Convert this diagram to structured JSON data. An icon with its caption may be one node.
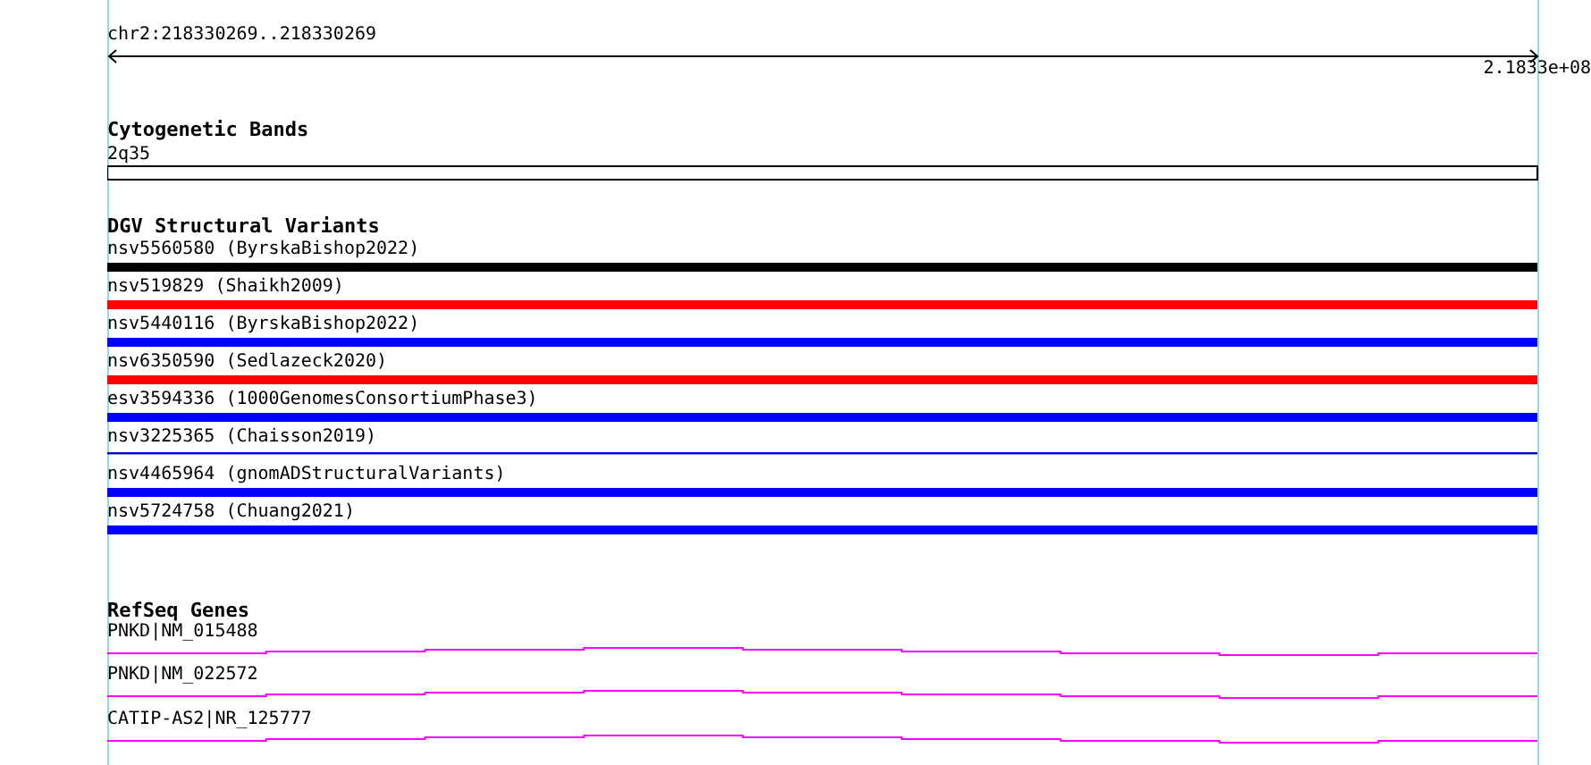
{
  "diagram": {
    "nodes": [
      {
        "text": [
          "Cytogenetic Bands"
        ]
      },
      {
        "text": [
          "2q35"
        ],
        "in": 0
      },
      {
        "text": [
          "DGV Structural Variants"
        ]
      },
      {
        "text": [
          "nsv5560580 (ByrskaBishop2022)"
        ],
        "in": 2
      },
      {
        "text": [
          "nsv519829 (Shaikh2009)"
        ],
        "in": 2
      },
      {
        "text": [
          "nsv5440116 (ByrskaBishop2022)"
        ],
        "in": 2
      },
      {
        "text": [
          "nsv6350590 (Sedlazeck2020)"
        ],
        "in": 2
      },
      {
        "text": [
          "esv3594336 (1000GenomesConsortiumPhase3)"
        ],
        "in": 2
      },
      {
        "text": [
          "nsv3225365 (Chaisson2019)"
        ],
        "in": 2
      },
      {
        "text": [
          "nsv4465964 (gnomADStructuralVariants)"
        ],
        "in": 2
      },
      {
        "text": [
          "nsv5724758 (Chuang2021)"
        ],
        "in": 2
      },
      {
        "text": [
          "RefSeq Genes"
        ]
      },
      {
        "text": [
          "PNKD|NM_015488"
        ],
        "in": 11
      },
      {
        "text": [
          "PNKD|NM_022572"
        ],
        "in": 11
      },
      {
        "text": [
          "CATIP-AS2|NR_125777"
        ],
        "in": 11
      }
    ],
    "edges": [],
    "labels": [
      "chr2:218330269..218330269",
      "2.1833e+08"
    ]
  }
}
